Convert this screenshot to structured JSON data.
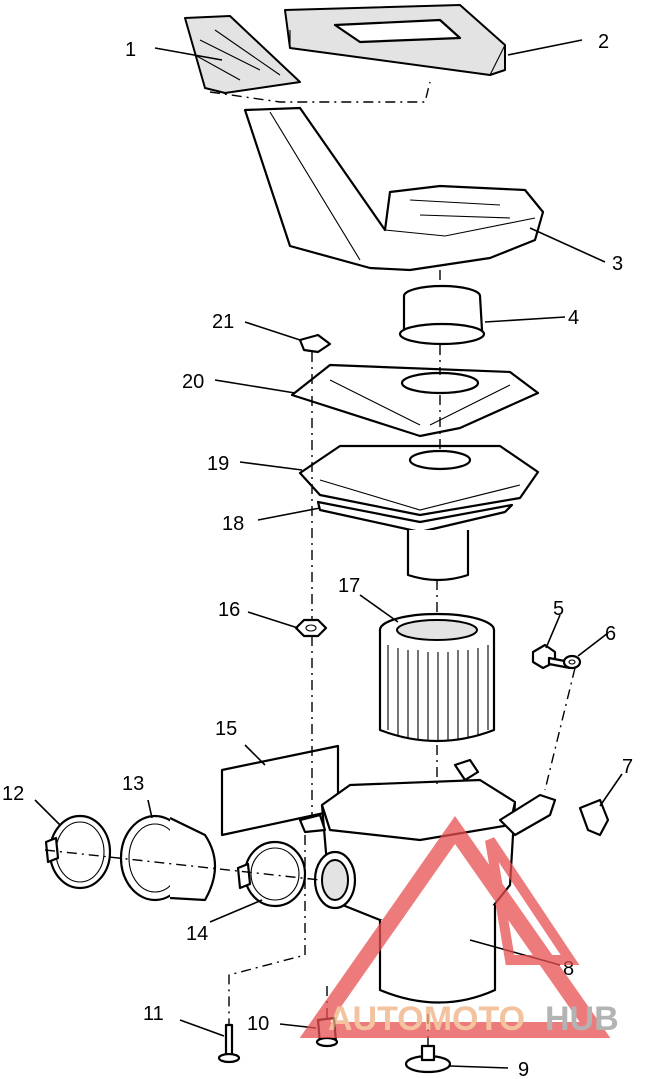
{
  "parts": [
    {
      "num": "1"
    },
    {
      "num": "2"
    },
    {
      "num": "3"
    },
    {
      "num": "4"
    },
    {
      "num": "5"
    },
    {
      "num": "6"
    },
    {
      "num": "7"
    },
    {
      "num": "8"
    },
    {
      "num": "9"
    },
    {
      "num": "10"
    },
    {
      "num": "11"
    },
    {
      "num": "12"
    },
    {
      "num": "13"
    },
    {
      "num": "14"
    },
    {
      "num": "15"
    },
    {
      "num": "16"
    },
    {
      "num": "17"
    },
    {
      "num": "18"
    },
    {
      "num": "19"
    },
    {
      "num": "20"
    },
    {
      "num": "21"
    }
  ],
  "watermark": {
    "text_a": "AUTOMOTO",
    "text_b": "HUB",
    "color_a": "#f0b080",
    "color_b": "#9a9a9a",
    "logo_color": "#e85050"
  }
}
